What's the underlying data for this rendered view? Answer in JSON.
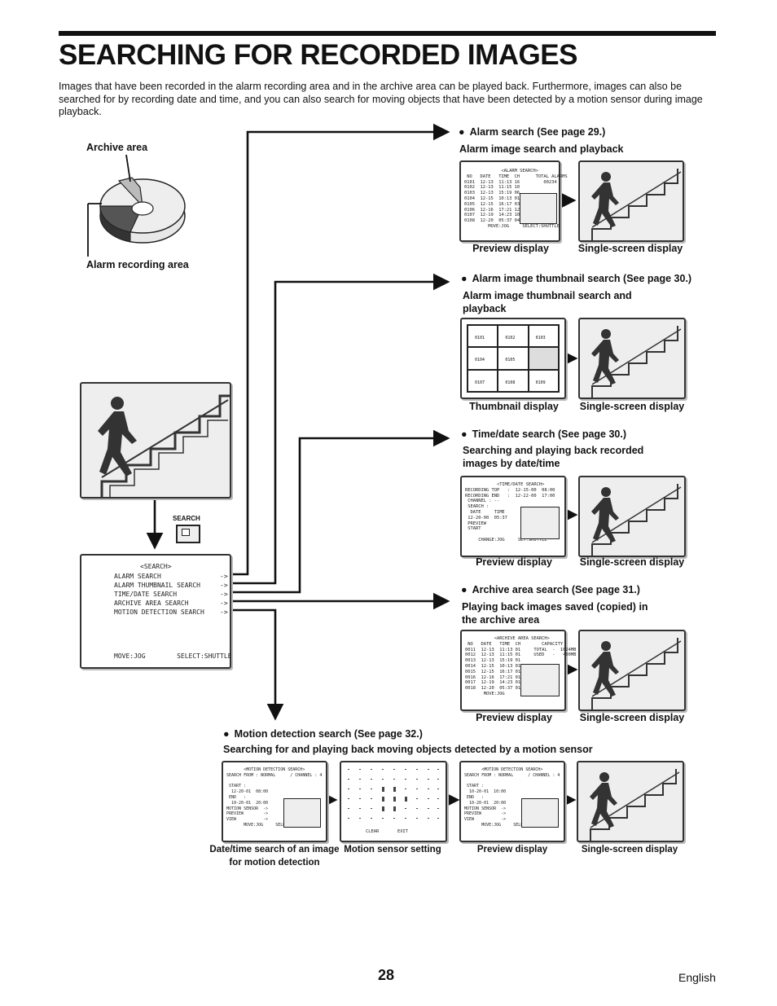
{
  "page": {
    "title": "SEARCHING FOR RECORDED IMAGES",
    "intro": "Images that have been recorded in the alarm recording area and in the archive area can be played back. Furthermore, images can also be searched for by recording date and time, and you can also search for moving objects that have been detected by a motion sensor during image playback.",
    "page_number": "28",
    "language": "English"
  },
  "disk": {
    "archive_label": "Archive area",
    "alarm_label": "Alarm recording area"
  },
  "search_button_label": "SEARCH",
  "main_menu": {
    "title": "<SEARCH>",
    "items": [
      "ALARM SEARCH               ->",
      "ALARM THUMBNAIL SEARCH     ->",
      "TIME/DATE SEARCH           ->",
      "ARCHIVE AREA SEARCH        ->",
      "MOTION DETECTION SEARCH    ->"
    ],
    "footer": "MOVE:JOG        SELECT:SHUTTLE"
  },
  "sections": {
    "alarm": {
      "heading": "Alarm search (See page 29.)",
      "description": "Alarm image search and playback",
      "screen_text": "              <ALARM SEARCH>\n NO   DATE   TIME  CH      TOTAL ALARMS\n0101  12-13  11:13 16         00234\n0102  12-13  11:15 10\n0103  12-13  15:19 06\n0104  12-15  10:13 01\n0105  12-15  16:17 03\n0106  12-16  17:21 12\n0107  12-19  14:23 10\n0108  12-20  05:37 04\n         MOVE:JOG     SELECT:SHUTTLE",
      "caption_left": "Preview display",
      "caption_right": "Single-screen display"
    },
    "thumbnail": {
      "heading": "Alarm image thumbnail search (See page 30.)",
      "description": "Alarm image thumbnail search and playback",
      "cells": [
        "0101",
        "0102",
        "0103",
        "0104",
        "0105",
        "",
        "0107",
        "0108",
        "0109"
      ],
      "caption_left": "Thumbnail display",
      "caption_right": "Single-screen display"
    },
    "timedate": {
      "heading": "Time/date search (See page 30.)",
      "description": "Searching and playing back recorded images by date/time",
      "screen_text": "            <TIME/DATE SEARCH>\nRECORDING TOP   :  12-15-00  08:00\nRECORDING END   :  12-22-00  17:00\n CHANNEL : --\n SEARCH :\n  DATE     TIME\n 12-20-00  05:37\n PREVIEW\n START\n\n     CHANGE:JOG     SET:SHUTTLE",
      "caption_left": "Preview display",
      "caption_right": "Single-screen display"
    },
    "archive": {
      "heading": "Archive area search (See page 31.)",
      "description": "Playing back images saved (copied) in the archive area",
      "screen_text": "           <ARCHIVE AREA SEARCH>\n NO   DATE   TIME  CH        CAPACITY\n0011  12-13  11:13 01     TOTAL  -  1024MB\n0012  12-13  11:15 01     USED   -   400MB\n0013  12-13  15:19 01\n0014  12-15  10:13 01\n0015  12-15  16:17 01\n0016  12-16  17:21 01\n0017  12-19  14:23 01\n0018  12-20  05:37 01\n       MOVE:JOG      SELECT:SHUTTLE",
      "caption_left": "Preview display",
      "caption_right": "Single-screen display"
    },
    "motion": {
      "heading": "Motion detection search (See page 32.)",
      "description": "Searching for and playing back moving objects detected by a motion sensor",
      "screen1_text": "       <MOTION DETECTION SEARCH>\nSEARCH FROM : NORMAL      / CHANNEL : 4\n\n START :\n  12-20-01  08:00\n END   :\n  10-20-01  20:00\nMOTION SENSOR  ->\nPREVIEW        ->\nVIEW           ->\n       MOVE:JOG     SELECT:SHUTTLE",
      "screen2_footer": "CLEAR       EXIT",
      "screen3_text": "       <MOTION DETECTION SEARCH>\nSEARCH FROM : NORMAL      / CHANNEL : 4\n\n START :\n  10-20-01  10:00\n END   :\n  10-20-01  20:00\nMOTION SENSOR  ->\nPREVIEW        ->\nVIEW           ->\n       MOVE:JOG     SELECT:SHUTTLE",
      "caption_1": "Date/time search of an image for motion detection",
      "caption_2": "Motion sensor setting",
      "caption_3": "Preview display",
      "caption_4": "Single-screen display"
    }
  }
}
